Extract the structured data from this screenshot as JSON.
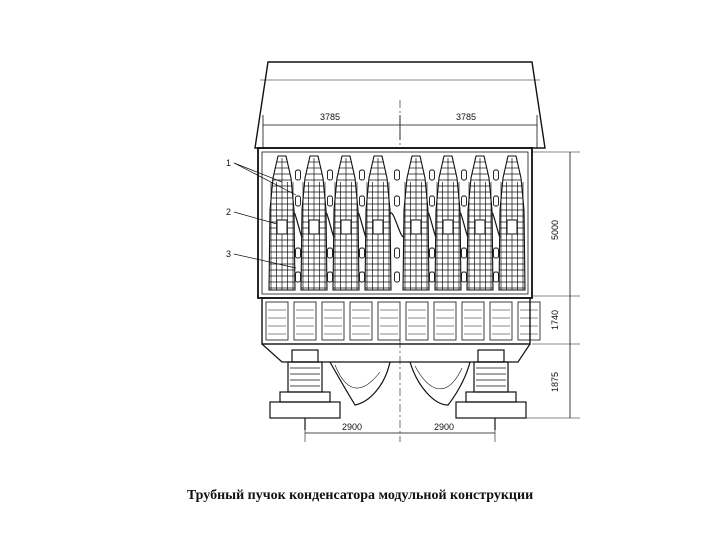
{
  "dimensions": {
    "top_left": "3785",
    "top_right": "3785",
    "right_upper": "5000",
    "right_middle": "1740",
    "right_lower": "1875",
    "bottom_left": "2900",
    "bottom_right": "2900"
  },
  "callouts": [
    "1",
    "2",
    "3"
  ],
  "caption": "Трубный пучок конденсатора модульной конструкции"
}
